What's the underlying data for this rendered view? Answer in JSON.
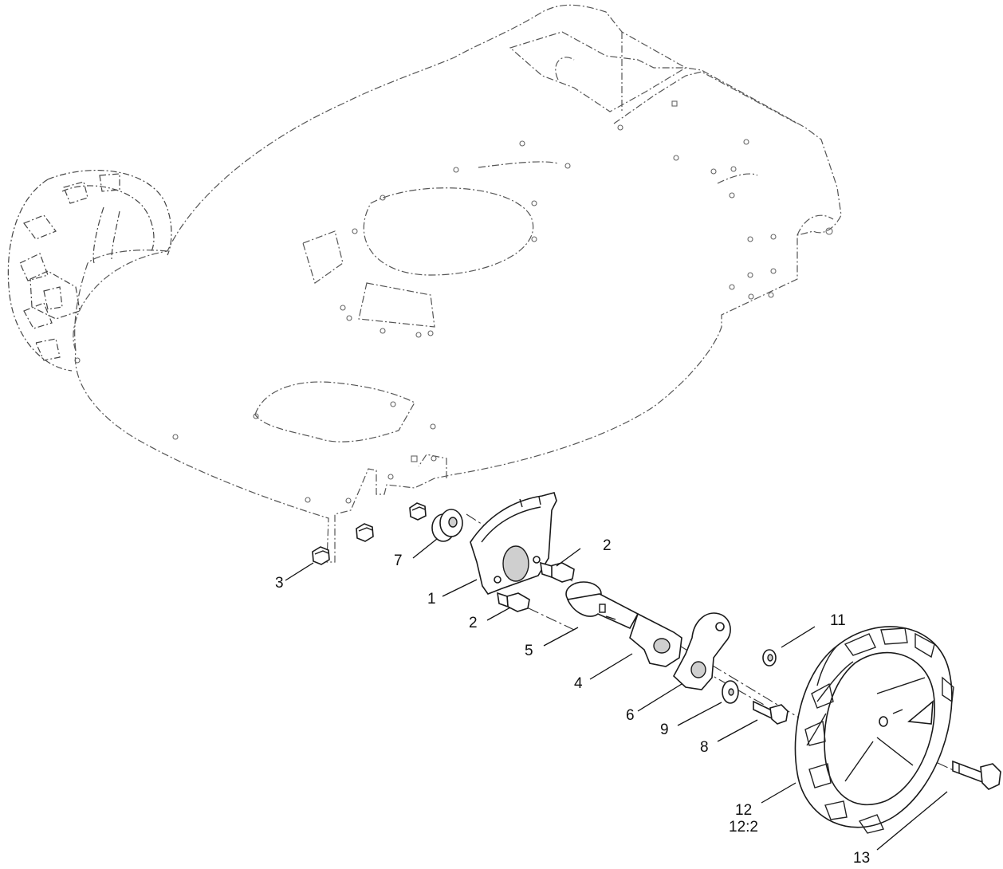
{
  "callouts": {
    "c1": "1",
    "c2a": "2",
    "c2b": "2",
    "c3": "3",
    "c4": "4",
    "c5": "5",
    "c6": "6",
    "c7": "7",
    "c8": "8",
    "c9": "9",
    "c11": "11",
    "c12": "12",
    "c12b": "12:2",
    "c13": "13"
  }
}
